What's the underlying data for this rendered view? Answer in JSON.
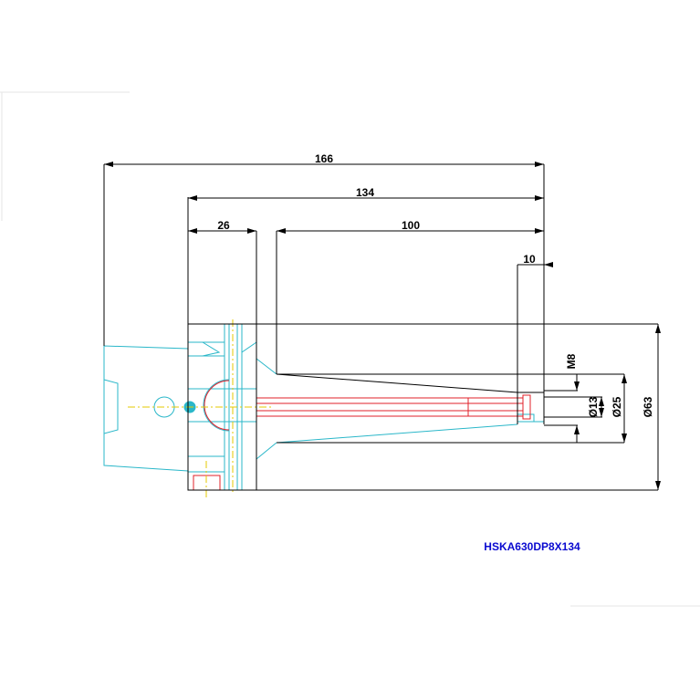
{
  "drawing": {
    "part_number": "HSKA630DP8X134",
    "dimensions": {
      "overall_length": "166",
      "body_length": "134",
      "flange_width": "26",
      "reach": "100",
      "tip": "10",
      "thread": "M8",
      "bore_diameter": "Ø13",
      "tip_diameter": "Ø25",
      "body_diameter": "Ø63"
    },
    "colors": {
      "outline": "#000000",
      "shank": "#2ab7c9",
      "hidden": "#e0202a",
      "center": "#e6c800",
      "label": "#0a0ad0"
    }
  }
}
